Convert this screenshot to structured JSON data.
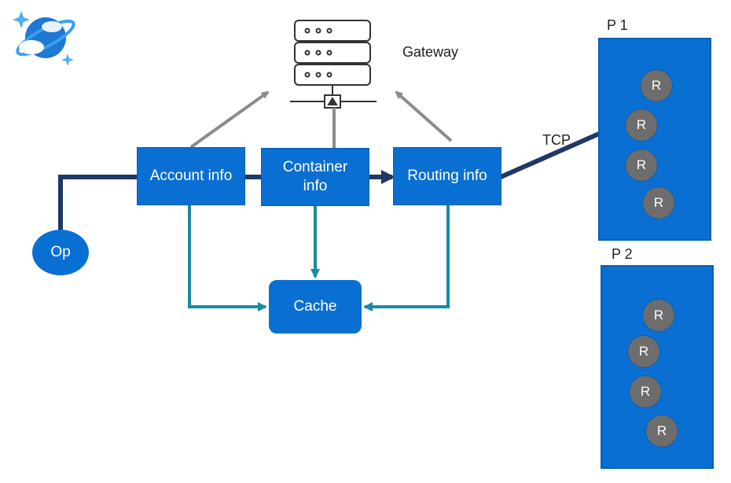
{
  "colors": {
    "box_blue": "#0a6fd2",
    "navy_arrow": "#1f3864",
    "teal_arrow": "#1a8aa6",
    "gray_arrow": "#8c8c8c",
    "replica_gray": "#6d6d6d"
  },
  "logo": {
    "icon": "cosmos-db-planet-icon"
  },
  "gateway": {
    "label": "Gateway",
    "icon": "server-rack-icon"
  },
  "nodes": {
    "op": "Op",
    "account_info": "Account info",
    "container_info_line1": "Container",
    "container_info_line2": "info",
    "routing_info": "Routing info",
    "cache": "Cache"
  },
  "tcp_label": "TCP",
  "partitions": [
    {
      "label": "P 1",
      "replicas": [
        "R",
        "R",
        "R",
        "R"
      ]
    },
    {
      "label": "P 2",
      "replicas": [
        "R",
        "R",
        "R",
        "R"
      ]
    }
  ]
}
